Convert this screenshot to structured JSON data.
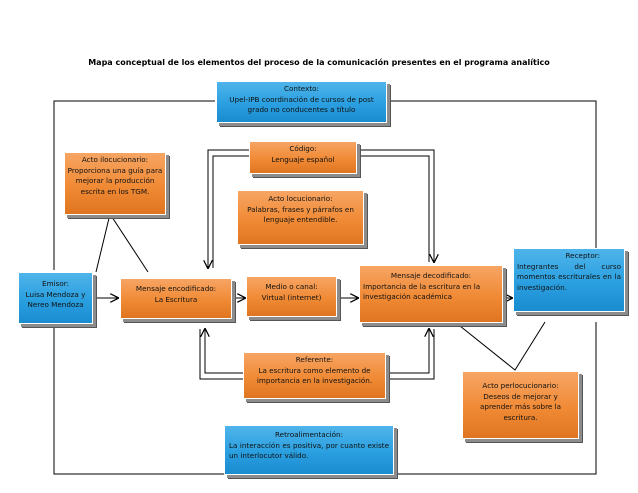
{
  "title": "Mapa conceptual de los elementos del proceso de la comunicación presentes en el programa analítico",
  "nodes": {
    "contexto": {
      "heading": "Contexto:",
      "body": "Upel-IPB coordinación de cursos de post grado no conducentes a título"
    },
    "codigo": {
      "heading": "Código:",
      "body": "Lenguaje español"
    },
    "acto_ilocucionario": {
      "heading": "Acto ilocucionario:",
      "body": "Proporciona una guía para mejorar la producción escrita en los TGM."
    },
    "acto_locucionario": {
      "heading": "Acto locucionario:",
      "body": "Palabras, frases y párrafos en lenguaje   entendible."
    },
    "emisor": {
      "heading": "Emisor:",
      "body": "Luisa Mendoza y Nereo Mendoza"
    },
    "mensaje_codificado": {
      "heading": "Mensaje encodificado:",
      "body": "La Escritura"
    },
    "medio": {
      "heading": "Medio o canal:",
      "body": "Virtual (internet)"
    },
    "mensaje_decodificado": {
      "heading": "Mensaje decodificado:",
      "body": "Importancia de la escritura en la investigación académica"
    },
    "receptor": {
      "heading": "Receptor:",
      "body": "Integrantes del curso momentos escriturales en la investigación."
    },
    "referente": {
      "heading": "Referente:",
      "body": "La escritura como elemento de importancia en la investigación."
    },
    "acto_perlocucionario": {
      "heading": "Acto perlocucionario:",
      "body": "Deseos de mejorar y aprender más sobre la escritura."
    },
    "retroalimentacion": {
      "heading": "Retroalimentación:",
      "body": "La interacción es positiva, por cuanto existe un interlocutor válido."
    }
  },
  "colors": {
    "orange": "#f08a35",
    "blue": "#2a9fe0",
    "line": "#000000"
  }
}
